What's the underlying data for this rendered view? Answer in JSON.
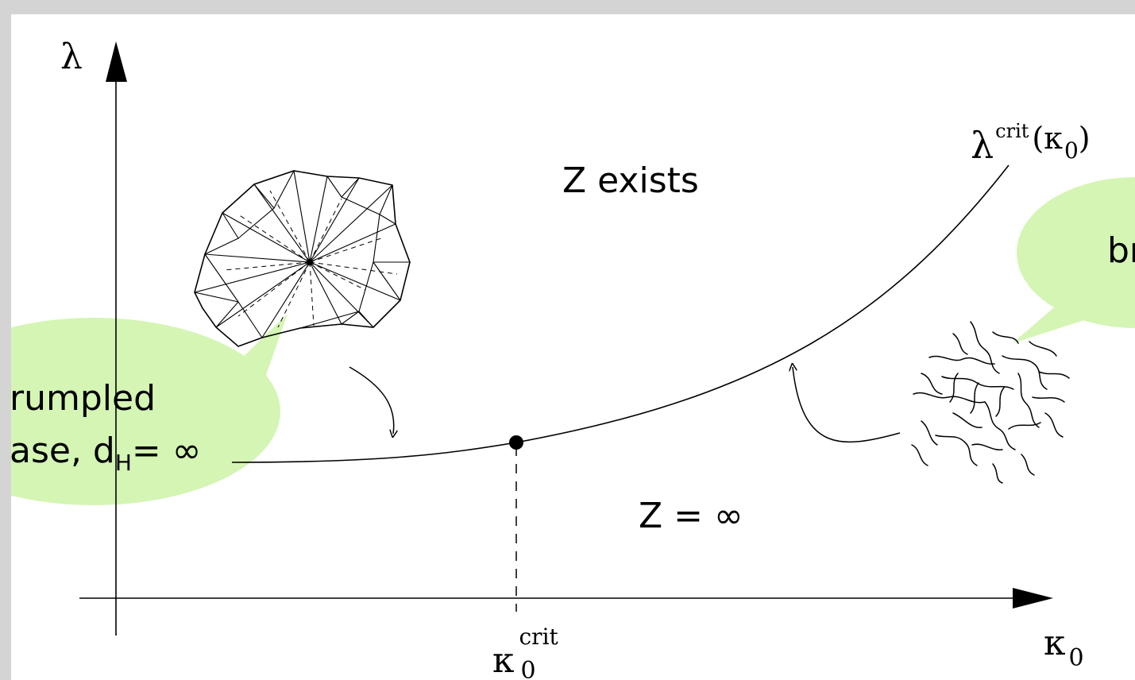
{
  "colors": {
    "bubble": "#d4f5b4",
    "ink": "#000000",
    "frame_bg": "#d4d4d4",
    "canvas": "#ffffff"
  },
  "axes": {
    "y_label": "λ",
    "x_label_base": "κ",
    "x_label_sub": "0"
  },
  "curve": {
    "label_base": "λ",
    "label_sup": "crit",
    "label_arg_open": "(κ",
    "label_arg_sub": "0",
    "label_arg_close": ")"
  },
  "critical_point": {
    "label_base": "κ",
    "label_sub": "0",
    "label_sup": "crit"
  },
  "regions": {
    "upper": "Z exists",
    "lower": "Z = ∞"
  },
  "bubbles": {
    "left_line1": "rumpled",
    "left_line2_prefix": "ase, d",
    "left_line2_sub": "H",
    "left_line2_suffix": "= ∞",
    "right_text": "br"
  },
  "icons": {
    "left": "crumpled-polyhedron-icon",
    "right": "branched-polymer-icon"
  }
}
